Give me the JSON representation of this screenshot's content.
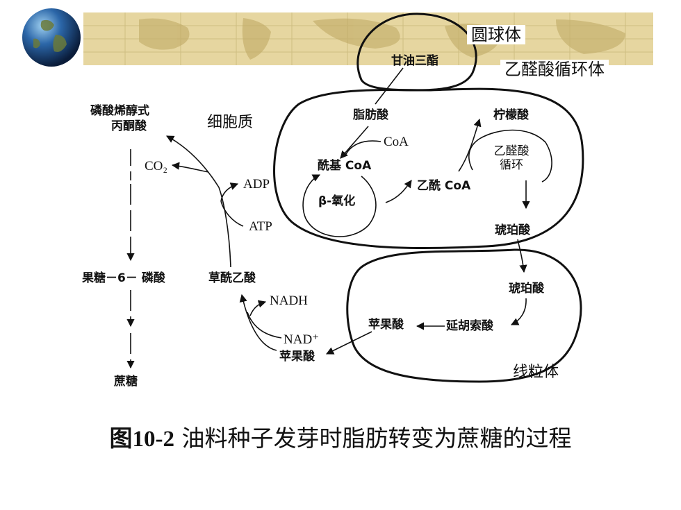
{
  "organelles": {
    "spherosome": "圆球体",
    "glyoxysome": "乙醛酸循环体",
    "cytoplasm": "细胞质",
    "mitochondrion": "线粒体"
  },
  "compounds": {
    "triglyceride": "甘油三酯",
    "fatty_acid": "脂肪酸",
    "coa": "CoA",
    "acyl_coa": "酰基 CoA",
    "beta_oxidation": "β-氧化",
    "acetyl_coa": "乙酰 CoA",
    "citrate": "柠檬酸",
    "glyoxylate_cycle": "乙醛酸循环",
    "succinate_glyox": "琥珀酸",
    "succinate_mito": "琥珀酸",
    "fumarate": "延胡索酸",
    "malate_mito": "苹果酸",
    "malate_cyto": "苹果酸",
    "nad": "NAD⁺",
    "nadh": "NADH",
    "oxaloacetate": "草酰乙酸",
    "atp": "ATP",
    "adp": "ADP",
    "co2": "CO₂",
    "pep_line1": "磷酸烯醇式",
    "pep_line2": "丙酮酸",
    "f6p": "果糖－6－ 磷酸",
    "sucrose": "蔗糖"
  },
  "caption": {
    "number": "图10-2",
    "text": " 油料种子发芽时脂肪转变为蔗糖的过程"
  },
  "colors": {
    "header_band": "#e6d6a0",
    "line": "#111111"
  },
  "icons": {
    "globe": "globe-icon"
  }
}
